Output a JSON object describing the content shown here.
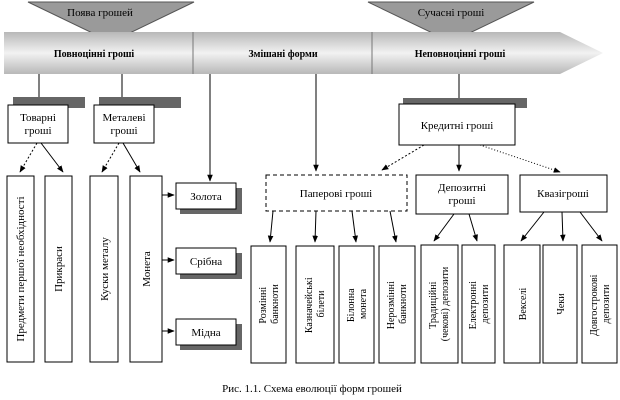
{
  "header": {
    "origin_label": "Поява грошей",
    "modern_label": "Сучасні гроші"
  },
  "band": {
    "full_value": "Повноцінні гроші",
    "mixed": "Змішані форми",
    "token": "Неповноцінні гроші"
  },
  "boxes": {
    "commodity": [
      "Товарні",
      "гроші"
    ],
    "metal": [
      "Металеві",
      "гроші"
    ],
    "credit": "Кредитні гроші",
    "paper": "Паперові гроші",
    "deposit": [
      "Депозитні",
      "гроші"
    ],
    "quasi": "Квазігроші"
  },
  "metals": {
    "gold": "Золота",
    "silver": "Срібна",
    "copper": "Мідна"
  },
  "leaves": {
    "necessities": "Предмети першої необхідності",
    "jewelry": "Прикраси",
    "metal_pieces": "Куски металу",
    "coin": "Монета",
    "small_notes": [
      "Розмінні",
      "банкноти"
    ],
    "treasury_notes": [
      "Казначейські",
      "білети"
    ],
    "billon": [
      "Білонна",
      "монета"
    ],
    "token_notes": [
      "Нерозмінні",
      "банкноти"
    ],
    "cheque_deposits": [
      "Традиційні",
      "(чекові) депозити"
    ],
    "e_deposits": [
      "Електронні",
      "депозити"
    ],
    "bills": "Векселі",
    "cheques": "Чеки",
    "term_deposits": [
      "Довгострокові",
      "депозити"
    ]
  },
  "caption": "Рис. 1.1. Схема еволюції форм грошей"
}
